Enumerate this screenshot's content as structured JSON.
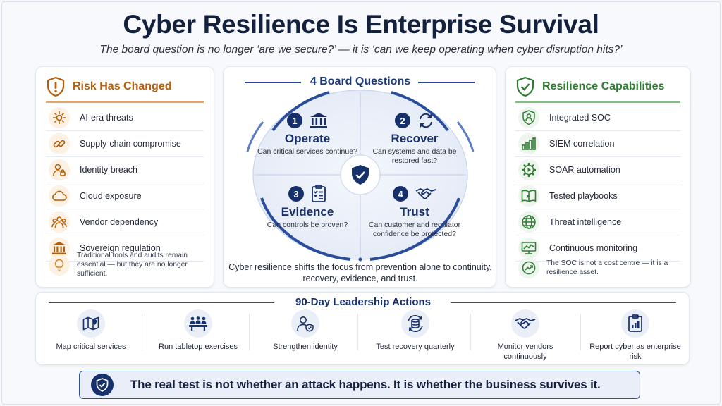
{
  "title": "Cyber Resilience Is Enterprise Survival",
  "subtitle": "The board question is no longer ‘are we secure?’ — it is ‘can we keep operating when cyber disruption hits?’",
  "risk": {
    "heading": "Risk Has Changed",
    "items": [
      {
        "label": "AI-era threats",
        "icon": "ai-threat-icon"
      },
      {
        "label": "Supply-chain compromise",
        "icon": "chain-link-icon"
      },
      {
        "label": "Identity breach",
        "icon": "user-lock-icon"
      },
      {
        "label": "Cloud exposure",
        "icon": "cloud-icon"
      },
      {
        "label": "Vendor dependency",
        "icon": "people-icon"
      },
      {
        "label": "Sovereign regulation",
        "icon": "government-building-icon"
      }
    ],
    "note": "Traditional tools and audits remain essential — but they are no longer sufficient."
  },
  "board": {
    "heading": "4 Board Questions",
    "questions": [
      {
        "num": "1",
        "title": "Operate",
        "question": "Can critical services continue?",
        "icon": "bank-icon"
      },
      {
        "num": "2",
        "title": "Recover",
        "question": "Can systems and data be restored fast?",
        "icon": "refresh-icon"
      },
      {
        "num": "3",
        "title": "Evidence",
        "question": "Can controls be proven?",
        "icon": "checklist-icon"
      },
      {
        "num": "4",
        "title": "Trust",
        "question": "Can customer and regulator confidence be protected?",
        "icon": "handshake-icon"
      }
    ],
    "caption": "Cyber resilience shifts the focus from prevention alone to continuity, recovery, evidence, and trust."
  },
  "capabilities": {
    "heading": "Resilience Capabilities",
    "items": [
      {
        "label": "Integrated SOC",
        "icon": "soc-user-shield-icon"
      },
      {
        "label": "SIEM correlation",
        "icon": "bar-chart-icon"
      },
      {
        "label": "SOAR automation",
        "icon": "gear-play-icon"
      },
      {
        "label": "Tested playbooks",
        "icon": "book-icon"
      },
      {
        "label": "Threat intelligence",
        "icon": "globe-icon"
      },
      {
        "label": "Continuous monitoring",
        "icon": "monitor-chart-icon"
      }
    ],
    "note": "The SOC is not a cost centre — it is a resilience asset."
  },
  "actions": {
    "heading": "90-Day Leadership Actions",
    "items": [
      {
        "label": "Map critical services",
        "icon": "map-pin-icon"
      },
      {
        "label": "Run tabletop exercises",
        "icon": "meeting-table-icon"
      },
      {
        "label": "Strengthen identity",
        "icon": "user-shield-icon"
      },
      {
        "label": "Test recovery quarterly",
        "icon": "database-refresh-icon"
      },
      {
        "label": "Monitor vendors continuously",
        "icon": "handshake-icon"
      },
      {
        "label": "Report cyber as enterprise risk",
        "icon": "clipboard-chart-icon"
      }
    ]
  },
  "banner": "The real test is not whether an attack happens. It is whether the business survives it.",
  "colors": {
    "navy": "#16306b",
    "orange": "#b45f0b",
    "green": "#2e7d32"
  }
}
